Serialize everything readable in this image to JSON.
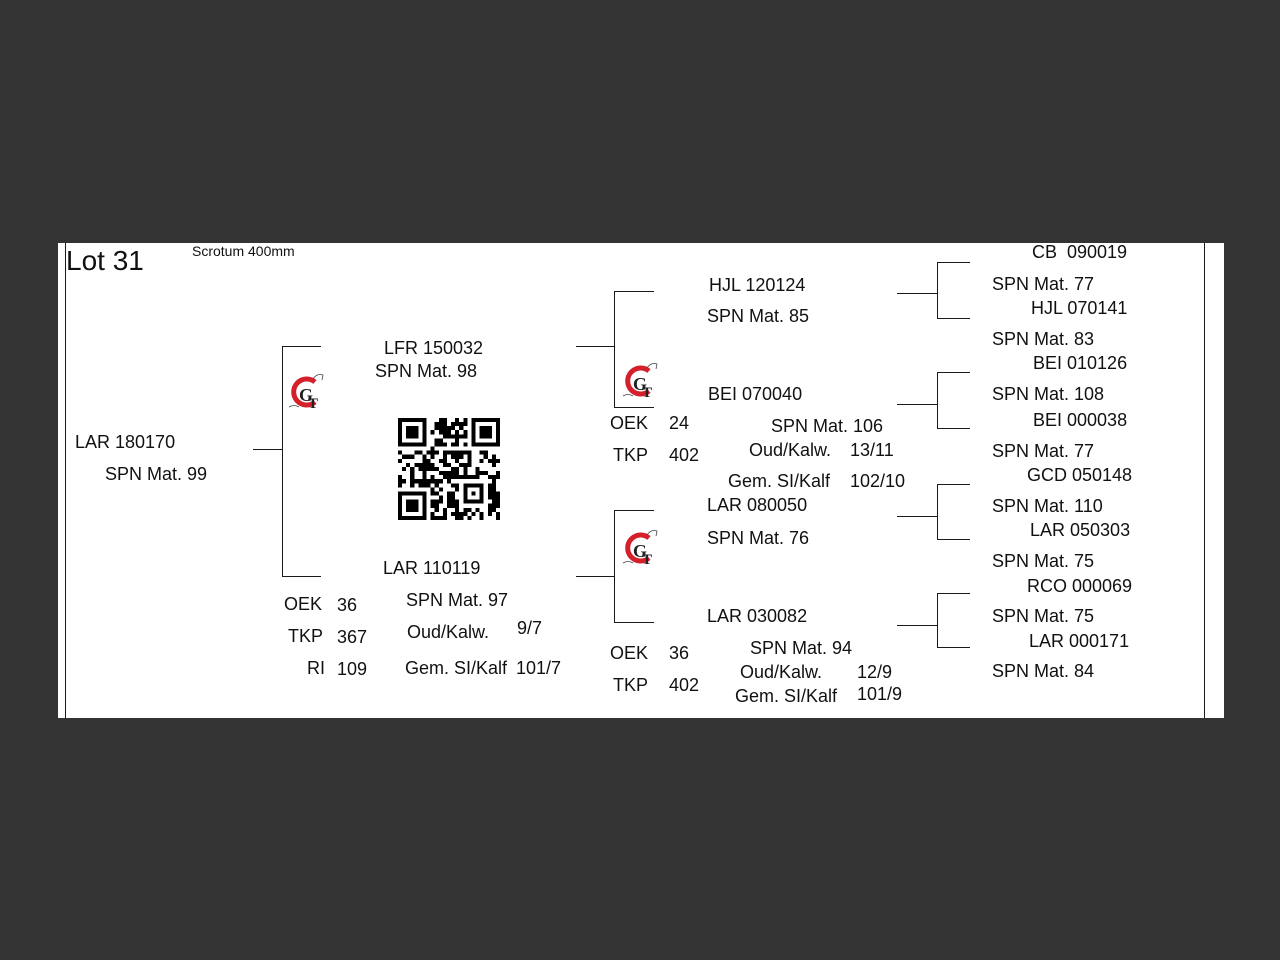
{
  "header": {
    "lot": "Lot 31",
    "scrotum": "Scrotum 400mm"
  },
  "subject": {
    "id": "LAR 180170",
    "spn": "SPN Mat. 99"
  },
  "sire": {
    "id": "LFR 150032",
    "spn": "SPN Mat. 98"
  },
  "dam": {
    "id": "LAR 110119",
    "spn": "SPN Mat. 97",
    "stats": [
      {
        "label": "OEK",
        "value": "36"
      },
      {
        "label": "TKP",
        "value": "367"
      },
      {
        "label": "RI",
        "value": "109"
      }
    ],
    "oud_label": "Oud/Kalw.",
    "oud_value": "9/7",
    "gem_label": "Gem. SI/Kalf",
    "gem_value": "101/7"
  },
  "gen2": {
    "sire_sire": {
      "id": "HJL 120124",
      "spn": "SPN Mat. 85"
    },
    "sire_dam": {
      "id": "BEI 070040",
      "spn": "SPN Mat. 106",
      "oek_label": "OEK",
      "oek_value": "24",
      "tkp_label": "TKP",
      "tkp_value": "402",
      "oud_label": "Oud/Kalw.",
      "oud_value": "13/11",
      "gem_label": "Gem. SI/Kalf",
      "gem_value": "102/10"
    },
    "dam_sire": {
      "id": "LAR 080050",
      "spn": "SPN Mat. 76"
    },
    "dam_dam": {
      "id": "LAR 030082",
      "spn": "SPN Mat. 94",
      "oek_label": "OEK",
      "oek_value": "36",
      "tkp_label": "TKP",
      "tkp_value": "402",
      "oud_label": "Oud/Kalw.",
      "oud_value": "12/9",
      "gem_label": "Gem. SI/Kalf",
      "gem_value": "101/9"
    }
  },
  "gen3": [
    {
      "id": "CB  090019",
      "spn": "SPN Mat. 77"
    },
    {
      "id": "HJL 070141",
      "spn": "SPN Mat. 83"
    },
    {
      "id": "BEI 010126",
      "spn": "SPN Mat. 108"
    },
    {
      "id": "BEI 000038",
      "spn": "SPN Mat. 77"
    },
    {
      "id": "GCD 050148",
      "spn": "SPN Mat. 110"
    },
    {
      "id": "LAR 050303",
      "spn": "SPN Mat. 75"
    },
    {
      "id": "RCO 000069",
      "spn": "SPN Mat. 75"
    },
    {
      "id": "LAR 000171",
      "spn": "SPN Mat. 84"
    }
  ],
  "colors": {
    "logo_red": "#d3202b",
    "logo_dark": "#222222",
    "background": "#333333",
    "card": "#ffffff"
  }
}
